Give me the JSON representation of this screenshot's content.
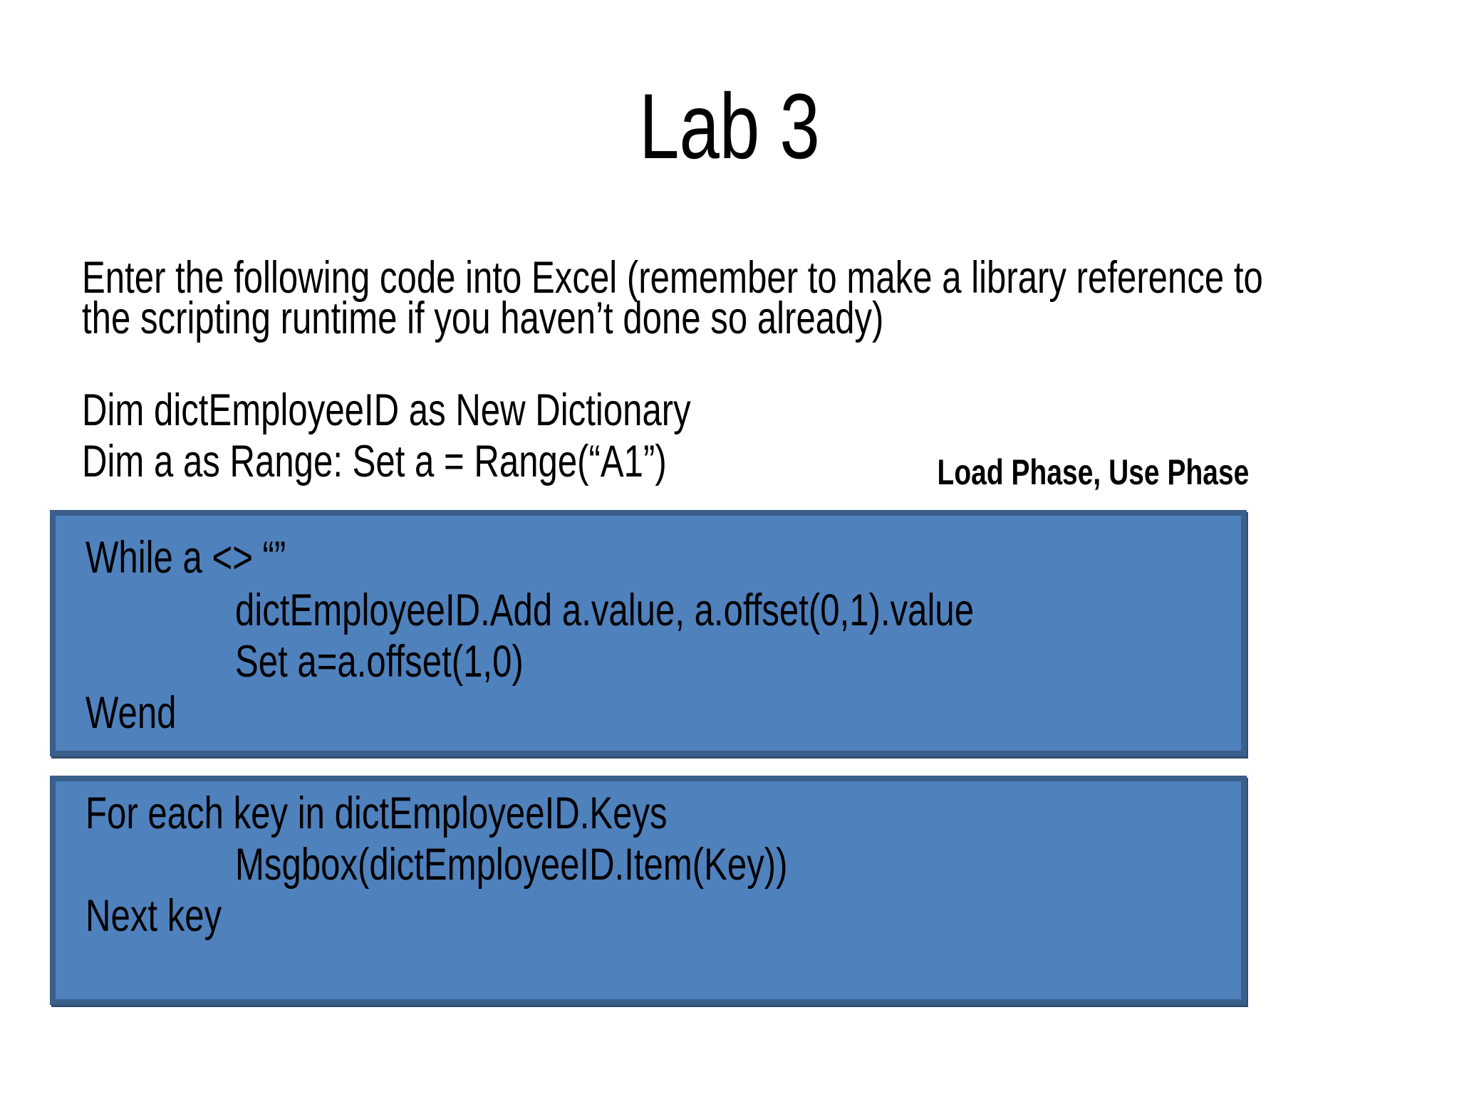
{
  "slide": {
    "title": "Lab 3",
    "intro": {
      "lines": [
        "Enter the following code into Excel (remember to make a library reference to",
        "the scripting runtime if you haven’t done so already)"
      ]
    },
    "declarations": {
      "lines": [
        "Dim dictEmployeeID as New Dictionary",
        "Dim a as Range: Set a = Range(“A1”)"
      ]
    },
    "phase_label": "Load Phase, Use Phase",
    "load_phase_box": {
      "lines": [
        "While a <> “”",
        "dictEmployeeID.Add a.value, a.offset(0,1).value",
        "Set a=a.offset(1,0)",
        "Wend"
      ]
    },
    "use_phase_box": {
      "lines": [
        "For each key in dictEmployeeID.Keys",
        "Msgbox(dictEmployeeID.Item(Key))",
        "Next key"
      ]
    },
    "colors": {
      "background": "#ffffff",
      "text": "#000000",
      "box_fill": "#4f81bd",
      "box_border": "#3a5f8b"
    }
  }
}
